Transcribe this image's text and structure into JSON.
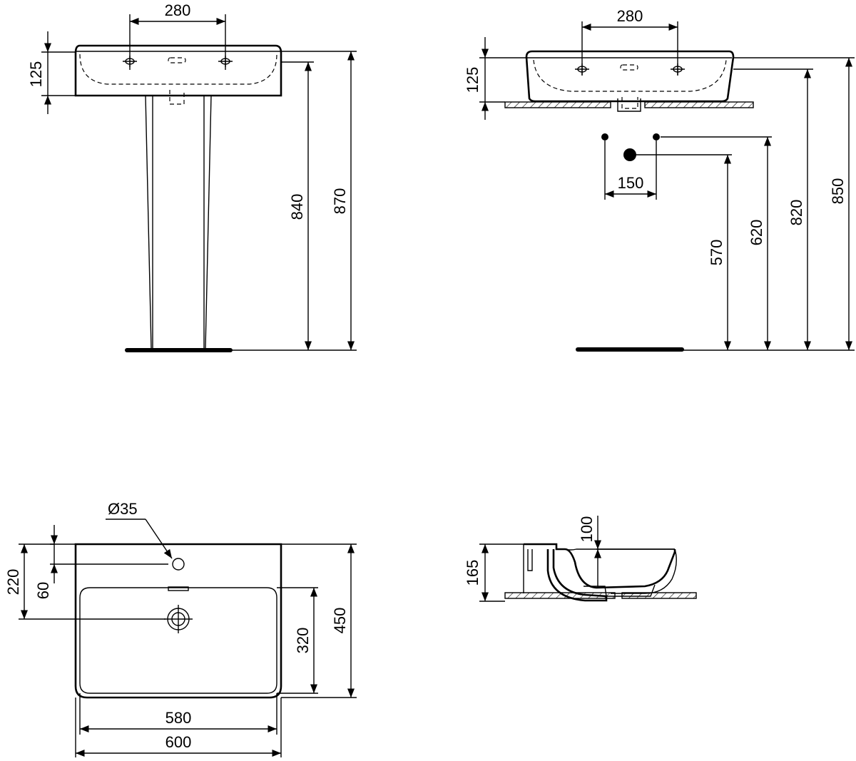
{
  "front_view": {
    "tap_spacing": "280",
    "basin_height": "125",
    "rim_height": "840",
    "top_height": "870"
  },
  "side_view": {
    "tap_spacing": "280",
    "basin_height": "125",
    "supply_spacing": "150",
    "waste_height": "570",
    "supply_height": "620",
    "rim_height": "820",
    "top_height": "850"
  },
  "plan_view": {
    "tap_hole_diameter": "Ø35",
    "tap_hole_offset": "60",
    "waste_offset": "220",
    "bowl_depth": "320",
    "overall_depth": "450",
    "bowl_width": "580",
    "overall_width": "600"
  },
  "section_view": {
    "bowl_depth": "100",
    "overall_height": "165"
  }
}
